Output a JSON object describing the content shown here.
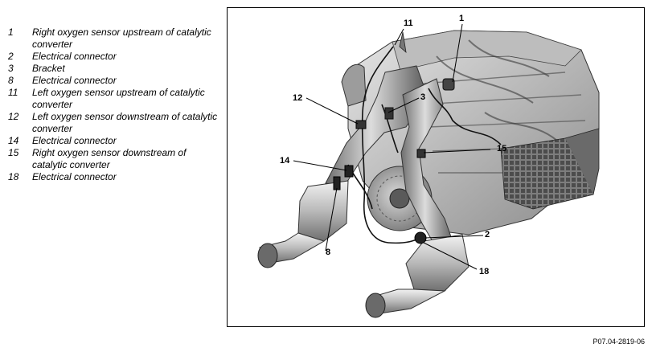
{
  "legend": [
    {
      "num": "1",
      "text": "Right oxygen sensor upstream of catalytic converter"
    },
    {
      "num": "2",
      "text": "Electrical connector"
    },
    {
      "num": "3",
      "text": "Bracket"
    },
    {
      "num": "8",
      "text": "Electrical connector"
    },
    {
      "num": "11",
      "text": "Left oxygen sensor upstream of catalytic converter"
    },
    {
      "num": "12",
      "text": "Left oxygen sensor downstream of catalytic converter"
    },
    {
      "num": "14",
      "text": "Electrical connector"
    },
    {
      "num": "15",
      "text": "Right oxygen sensor downstream of catalytic converter"
    },
    {
      "num": "18",
      "text": "Electrical connector"
    }
  ],
  "callouts": {
    "c1": "1",
    "c2": "2",
    "c3": "3",
    "c8": "8",
    "c11": "11",
    "c12": "12",
    "c14": "14",
    "c15": "15",
    "c18": "18"
  },
  "figure_code": "P07.04-2819-06"
}
